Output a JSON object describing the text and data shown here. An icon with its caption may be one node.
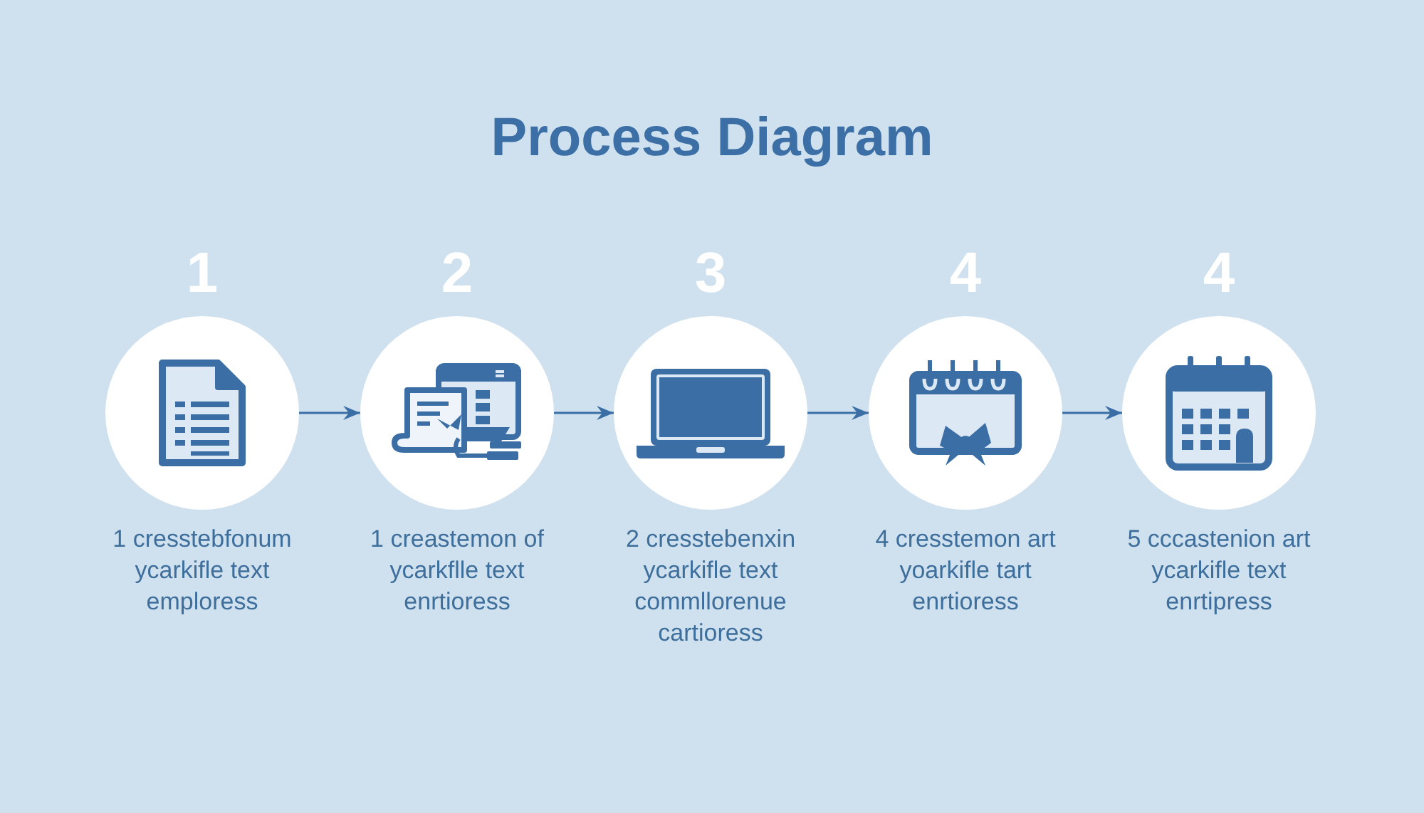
{
  "diagram": {
    "title": "Process Diagram",
    "nodes": [
      {
        "text": [
          "1"
        ],
        "beside": [
          "1 cresstebfonum ycarkifle text emploress"
        ]
      },
      {
        "text": [
          "2"
        ],
        "beside": [
          "1 creastemon of ycarkflle text enrtioress"
        ]
      },
      {
        "text": [
          "3"
        ],
        "beside": [
          "2 cresstebenxin ycarkifle text commllorenue cartioress"
        ]
      },
      {
        "text": [
          "4"
        ],
        "beside": [
          "4 cresstemon art yoarkifle tart enrtioress"
        ]
      },
      {
        "text": [
          "4"
        ],
        "beside": [
          "5 cccastenion art ycarkifle text enrtipress"
        ]
      }
    ],
    "edges": [
      {
        "from": 0,
        "to": 1,
        "arrow": "to"
      },
      {
        "from": 1,
        "to": 2,
        "arrow": "to"
      },
      {
        "from": 2,
        "to": 3,
        "arrow": "to"
      },
      {
        "from": 3,
        "to": 4,
        "arrow": "to"
      }
    ]
  }
}
